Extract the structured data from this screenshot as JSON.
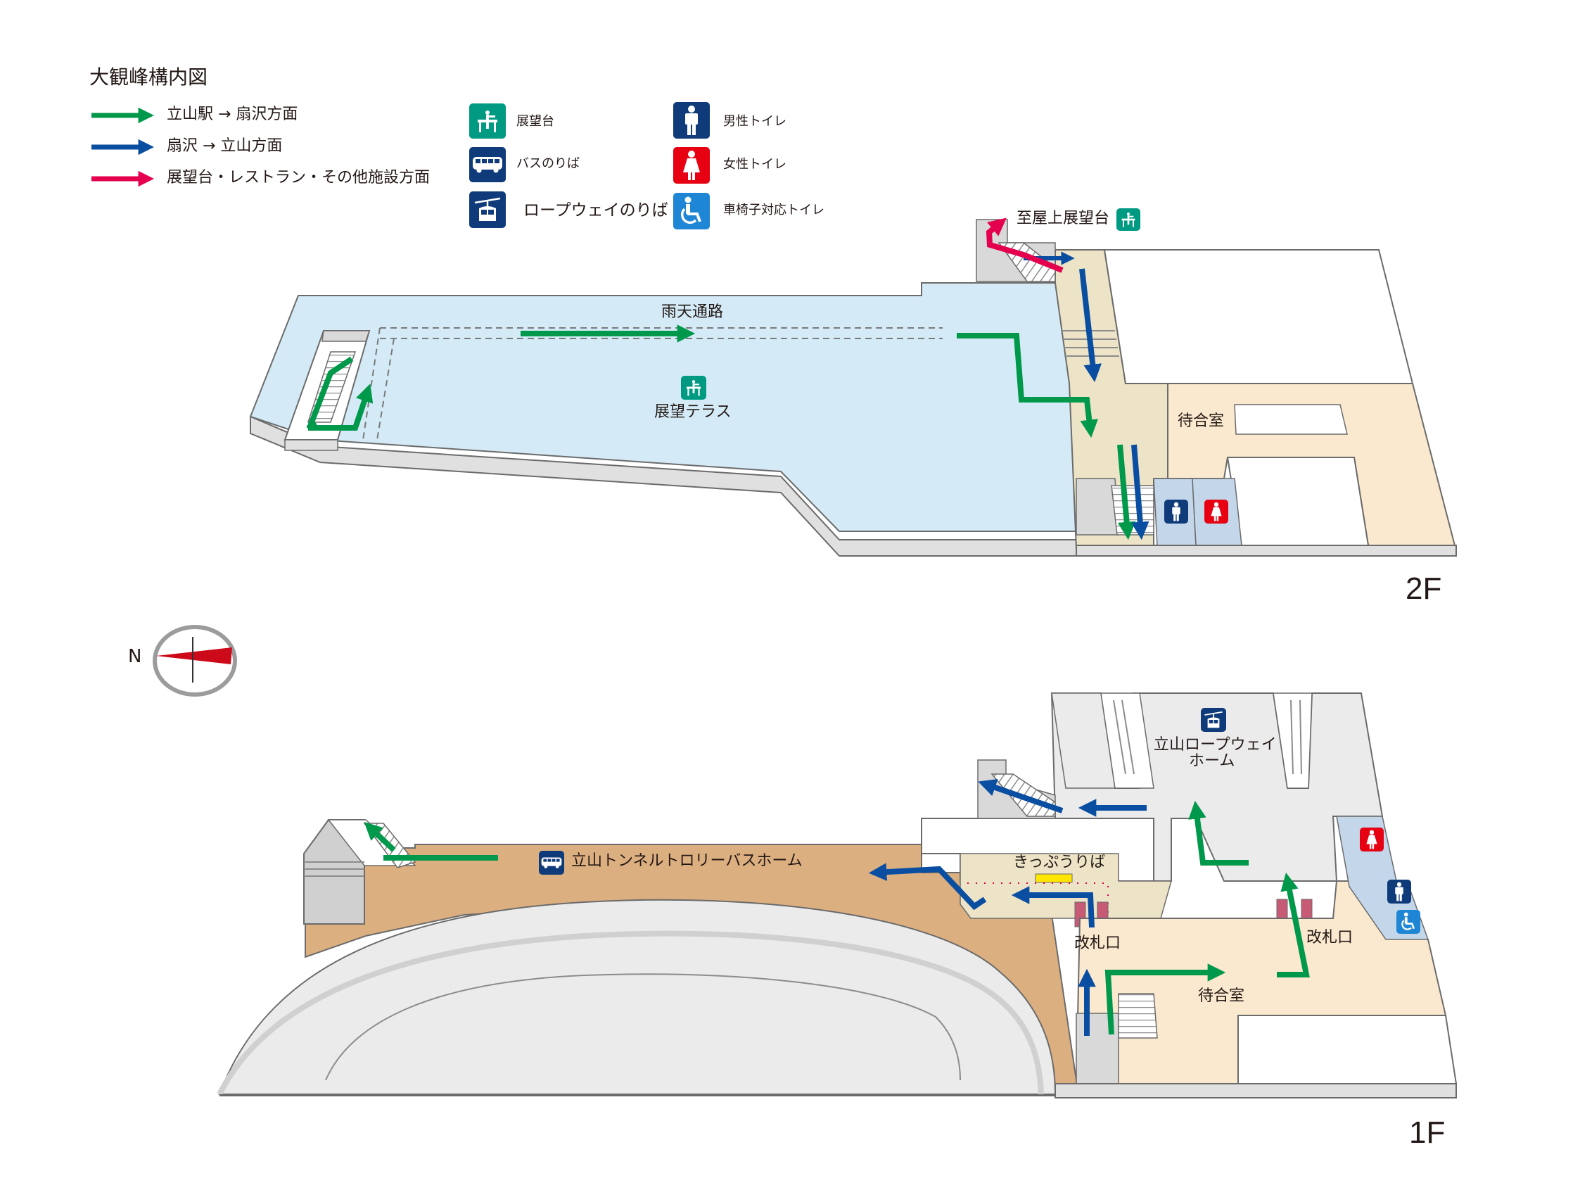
{
  "title": "大観峰構内図",
  "legend": {
    "routes": [
      {
        "label": "立山駅 → 扇沢方面",
        "color": "#00984a"
      },
      {
        "label": "扇沢 → 立山方面",
        "color": "#0a4ea2"
      },
      {
        "label": "展望台・レストラン・その他施設方面",
        "color": "#e5004f"
      }
    ],
    "icons": [
      {
        "icon": "observation-deck-icon",
        "label": "展望台",
        "color": "#009a82"
      },
      {
        "icon": "bus-icon",
        "label": "バスのりば",
        "color": "#0f3b7a"
      },
      {
        "icon": "ropeway-icon",
        "label": "ロープウェイのりば",
        "color": "#0f3b7a"
      },
      {
        "icon": "mens-toilet-icon",
        "label": "男性トイレ",
        "color": "#0f3b7a"
      },
      {
        "icon": "womens-toilet-icon",
        "label": "女性トイレ",
        "color": "#e60012"
      },
      {
        "icon": "accessible-toilet-icon",
        "label": "車椅子対応トイレ",
        "color": "#1e86d4"
      }
    ]
  },
  "floor2": {
    "floor_label": "2F",
    "rain_passage": "雨天通路",
    "terrace": "展望テラス",
    "waiting_room": "待合室",
    "rooftop": "至屋上展望台"
  },
  "floor1": {
    "floor_label": "1F",
    "bus_home": "立山トンネルトロリーバスホーム",
    "ropeway_home_line1": "立山ロープウェイ",
    "ropeway_home_line2": "ホーム",
    "ticket": "きっぷうりば",
    "gate_left": "改札口",
    "gate_right": "改札口",
    "waiting_room": "待合室"
  },
  "compass": {
    "label": "N"
  },
  "colors": {
    "green": "#00984a",
    "blue": "#0a4ea2",
    "pink": "#e5004f",
    "terrace": "#d4ebf7",
    "corridor": "#ede3c6",
    "waiting": "#fbe9cf",
    "bus_floor": "#dcaf80",
    "platform": "#ebebeb",
    "toilet": "#c3d6ea"
  }
}
